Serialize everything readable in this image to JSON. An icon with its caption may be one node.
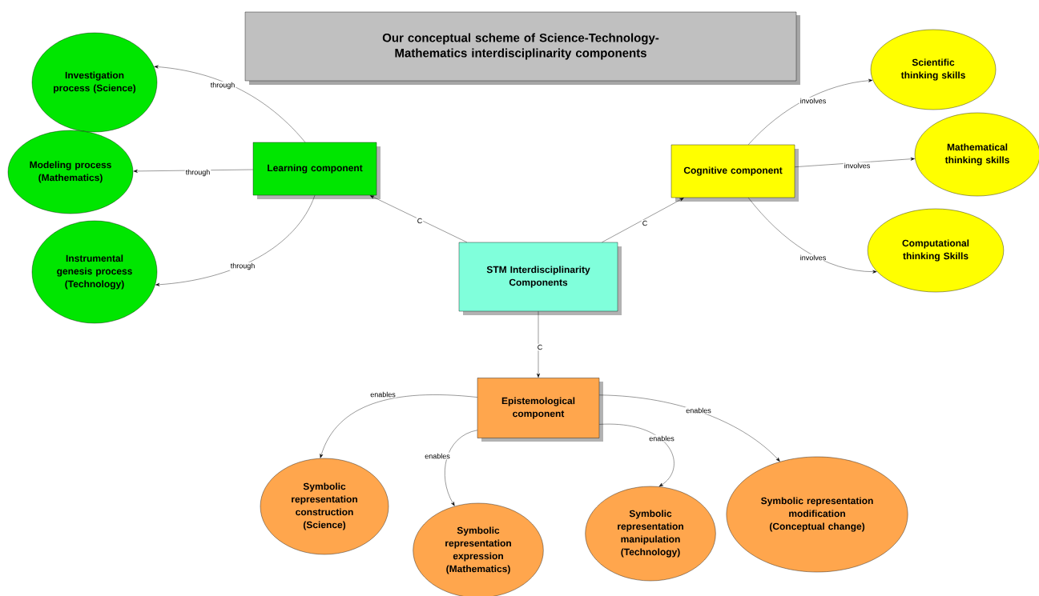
{
  "diagram": {
    "title": "Our conceptual scheme of Science-Technology-Mathematics interdisciplinarity components",
    "nodes": [
      {
        "text": [
          "STM Interdisciplinarity Components"
        ]
      },
      {
        "text": [
          "Learning component"
        ]
      },
      {
        "text": [
          "Cognitive component"
        ]
      },
      {
        "text": [
          "Epistemological component"
        ]
      },
      {
        "text": [
          "Investigation process (Science)"
        ]
      },
      {
        "text": [
          "Modeling process (Mathematics)"
        ]
      },
      {
        "text": [
          "Instrumental genesis process (Technology)"
        ]
      },
      {
        "text": [
          "Scientific thinking skills"
        ]
      },
      {
        "text": [
          "Mathematical thinking skills"
        ]
      },
      {
        "text": [
          "Computational thinking Skills"
        ]
      },
      {
        "text": [
          "Symbolic representation construction (Science)"
        ]
      },
      {
        "text": [
          "Symbolic representation expression (Mathematics)"
        ]
      },
      {
        "text": [
          "Symbolic representation manipulation (Technology)"
        ]
      },
      {
        "text": [
          "Symbolic representation modification (Conceptual change)"
        ]
      }
    ],
    "edges": [
      {
        "from": 0,
        "to": 1,
        "arrow": "to",
        "label": "C"
      },
      {
        "from": 0,
        "to": 2,
        "arrow": "to",
        "label": "C"
      },
      {
        "from": 0,
        "to": 3,
        "arrow": "to",
        "label": "C"
      },
      {
        "from": 1,
        "to": 4,
        "arrow": "to",
        "label": "through"
      },
      {
        "from": 1,
        "to": 5,
        "arrow": "to",
        "label": "through"
      },
      {
        "from": 1,
        "to": 6,
        "arrow": "to",
        "label": "through"
      },
      {
        "from": 2,
        "to": 7,
        "arrow": "to",
        "label": "involves"
      },
      {
        "from": 2,
        "to": 8,
        "arrow": "to",
        "label": "involves"
      },
      {
        "from": 2,
        "to": 9,
        "arrow": "to",
        "label": "involves"
      },
      {
        "from": 3,
        "to": 10,
        "arrow": "to",
        "label": "enables"
      },
      {
        "from": 3,
        "to": 11,
        "arrow": "to",
        "label": "enables"
      },
      {
        "from": 3,
        "to": 12,
        "arrow": "to",
        "label": "enables"
      },
      {
        "from": 3,
        "to": 13,
        "arrow": "to",
        "label": "enables"
      }
    ]
  }
}
